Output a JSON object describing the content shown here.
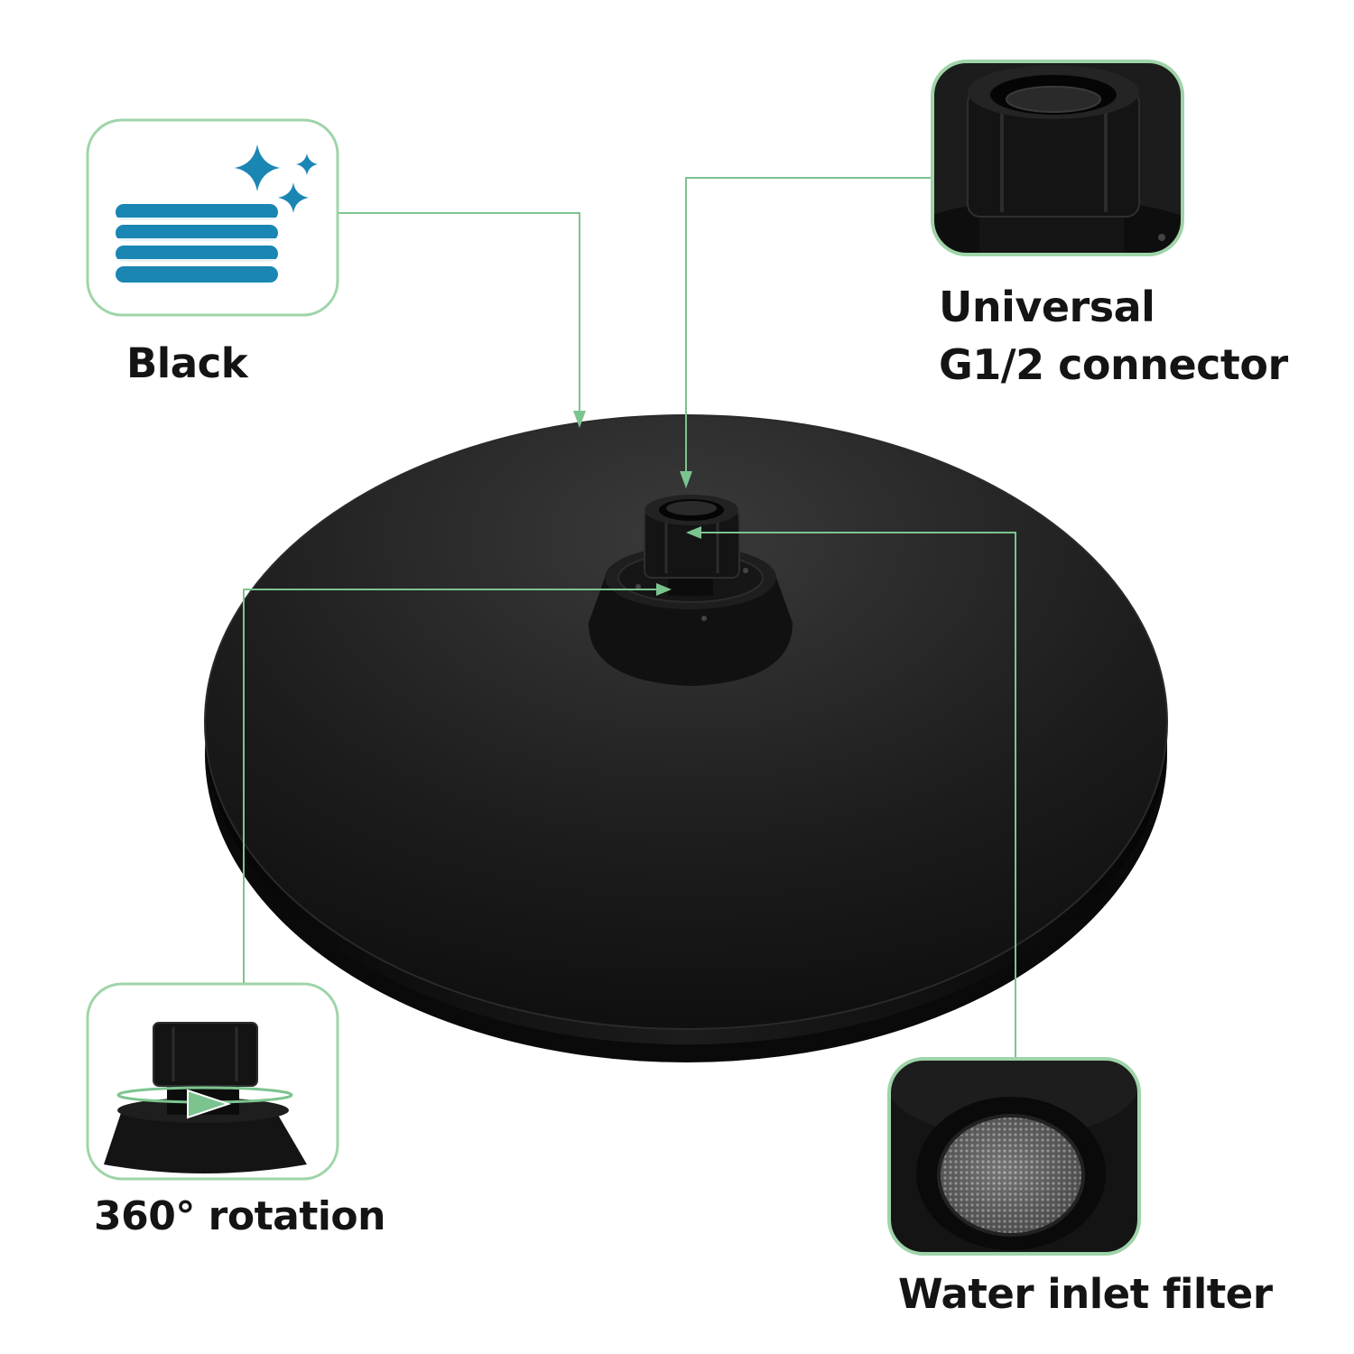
{
  "features": {
    "color": {
      "label": "Black",
      "icon": "towel-stack-sparkle-icon"
    },
    "connector": {
      "label_line1": "Universal",
      "label_line2": "G1/2 connector",
      "icon": "threaded-connector-icon"
    },
    "rotation": {
      "label": "360° rotation",
      "icon": "swivel-arrow-icon"
    },
    "filter": {
      "label": "Water inlet filter",
      "icon": "mesh-filter-icon"
    }
  },
  "colors": {
    "accent_green": "#7cc48f",
    "box_border": "#9fd4a8",
    "towel_blue": "#1a86b3",
    "sparkle_blue": "#1a86b3",
    "product_black": "#141414"
  }
}
